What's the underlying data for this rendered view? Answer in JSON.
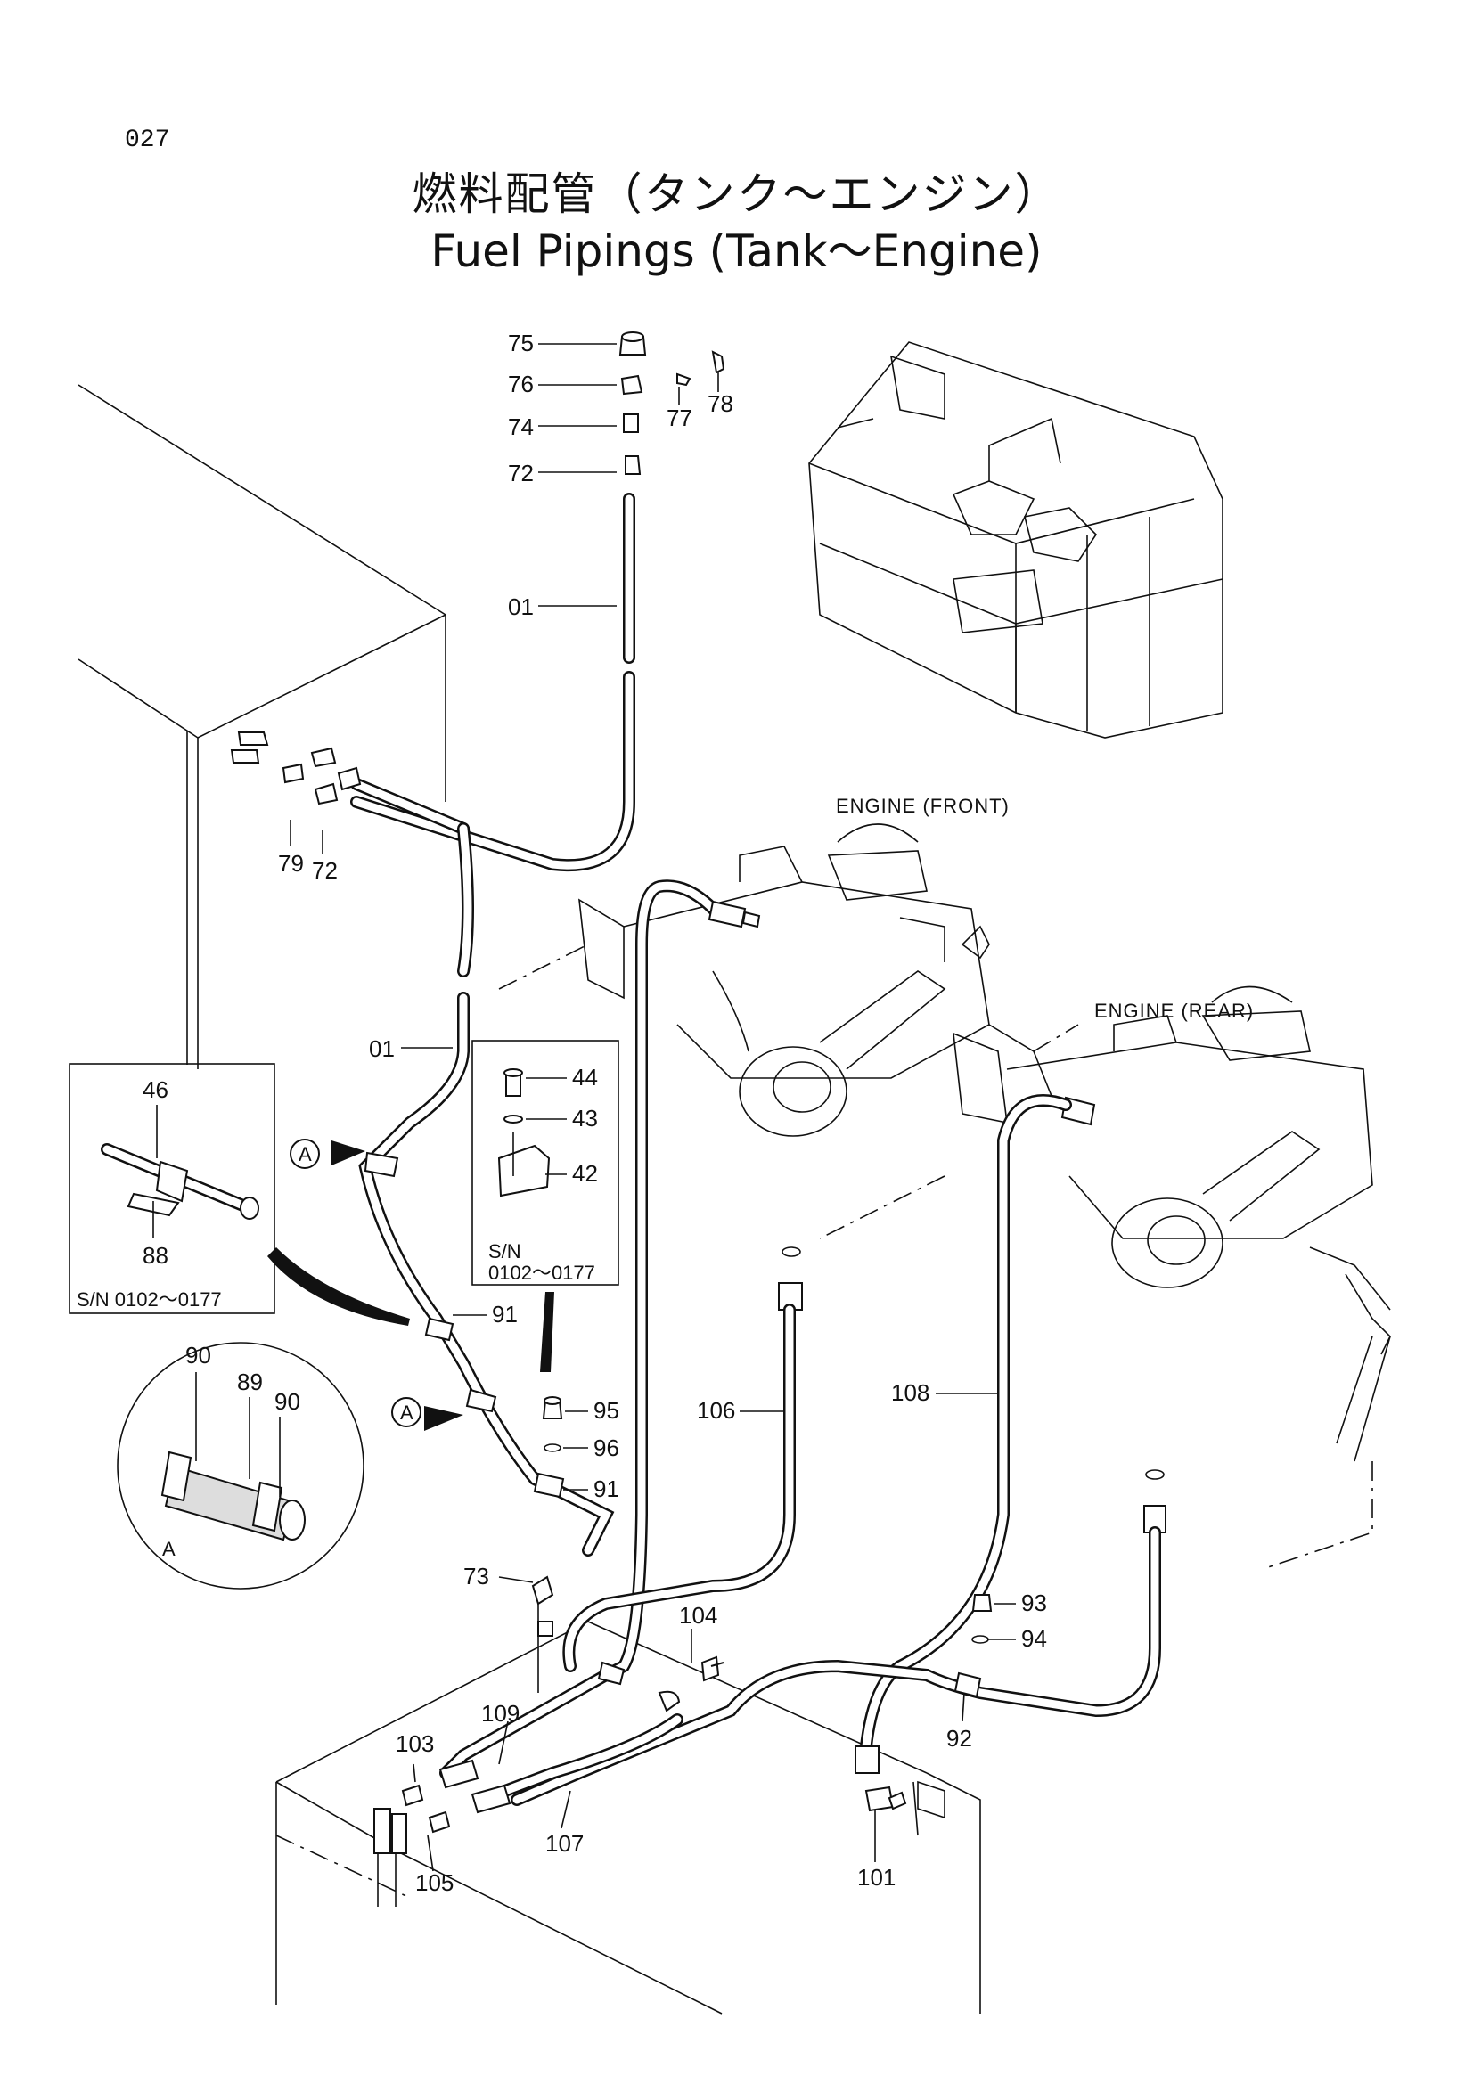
{
  "page_number": "027",
  "title_jp": "燃料配管（タンク～エンジン）",
  "title_en": "Fuel Pipings (Tank～Engine)",
  "engine_labels": {
    "front": "ENGINE (FRONT)",
    "rear": "ENGINE (REAR)"
  },
  "callouts": {
    "p75": "75",
    "p76": "76",
    "p74": "74",
    "p72_top": "72",
    "p77": "77",
    "p78": "78",
    "p01_top": "01",
    "p01_mid": "01",
    "p79": "79",
    "p72_mid": "72",
    "p44": "44",
    "p43": "43",
    "p42": "42",
    "p46": "46",
    "p88": "88",
    "p91_a": "91",
    "p91_b": "91",
    "p95": "95",
    "p96": "96",
    "p90_a": "90",
    "p89": "89",
    "p90_b": "90",
    "p106": "106",
    "p108": "108",
    "p73": "73",
    "p104": "104",
    "p93": "93",
    "p94": "94",
    "p92": "92",
    "p109": "109",
    "p103": "103",
    "p105": "105",
    "p107": "107",
    "p101": "101"
  },
  "detail_markers": {
    "a_upper": "A",
    "a_lower": "A",
    "a_circle": "A"
  },
  "inset_left": {
    "sn_line": "S/N 0102～0177"
  },
  "inset_right": {
    "sn_label": "S/N",
    "sn_range": "0102～0177"
  }
}
